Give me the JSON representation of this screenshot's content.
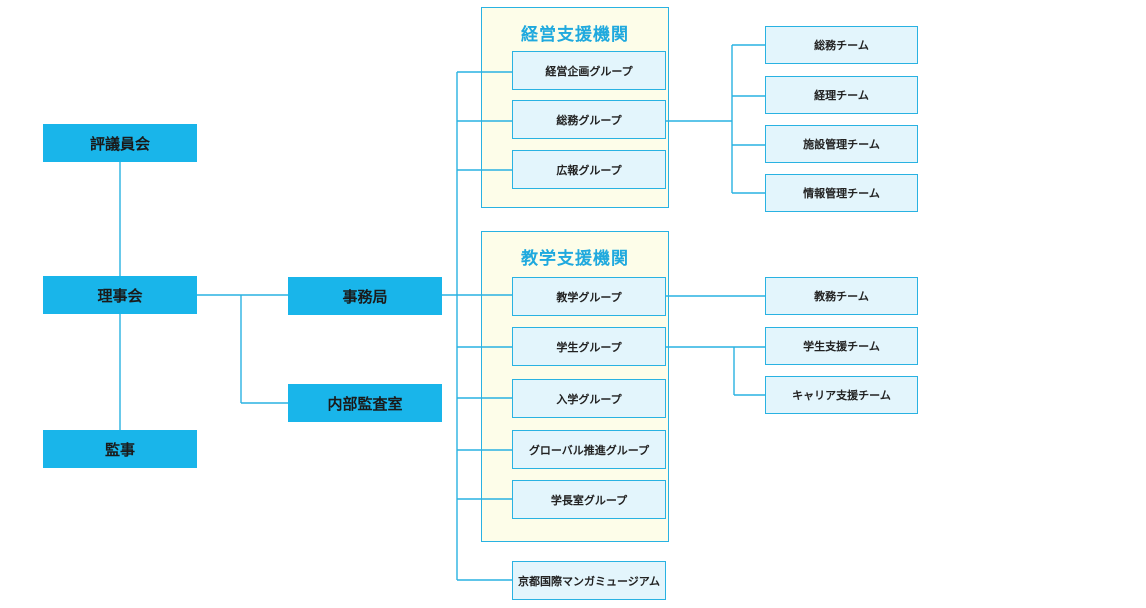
{
  "executive": {
    "council": "評議員会",
    "board": "理事会",
    "auditor": "監事",
    "secretariat": "事務局",
    "internal_audit": "内部監査室"
  },
  "management_support": {
    "title": "経営支援機関",
    "groups": [
      "経営企画グループ",
      "総務グループ",
      "広報グループ"
    ],
    "teams": [
      "総務チーム",
      "経理チーム",
      "施設管理チーム",
      "情報管理チーム"
    ]
  },
  "academic_support": {
    "title": "教学支援機関",
    "groups": [
      "教学グループ",
      "学生グループ",
      "入学グループ",
      "グローバル推進グループ",
      "学長室グループ"
    ],
    "teaching_team": "教務チーム",
    "student_teams": [
      "学生支援チーム",
      "キャリア支援チーム"
    ]
  },
  "museum": "京都国際マンガミュージアム",
  "colors": {
    "primary": "#19b5ea",
    "line": "#29b2e2",
    "subBox": "#e3f5fc",
    "frame": "#fdfde9",
    "title": "#1fa9de"
  }
}
